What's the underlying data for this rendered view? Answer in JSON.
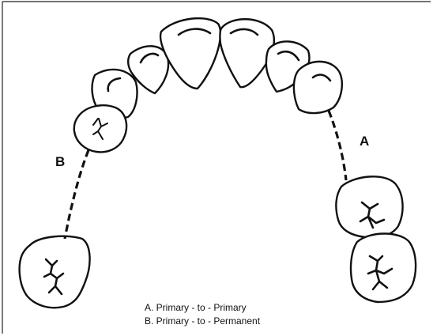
{
  "labels": {
    "A": "A",
    "B": "B"
  },
  "legend": [
    "A. Primary - to - Primary",
    "B. Primary - to - Permanent"
  ],
  "colors": {
    "ink": "#111111",
    "background": "#ffffff"
  }
}
